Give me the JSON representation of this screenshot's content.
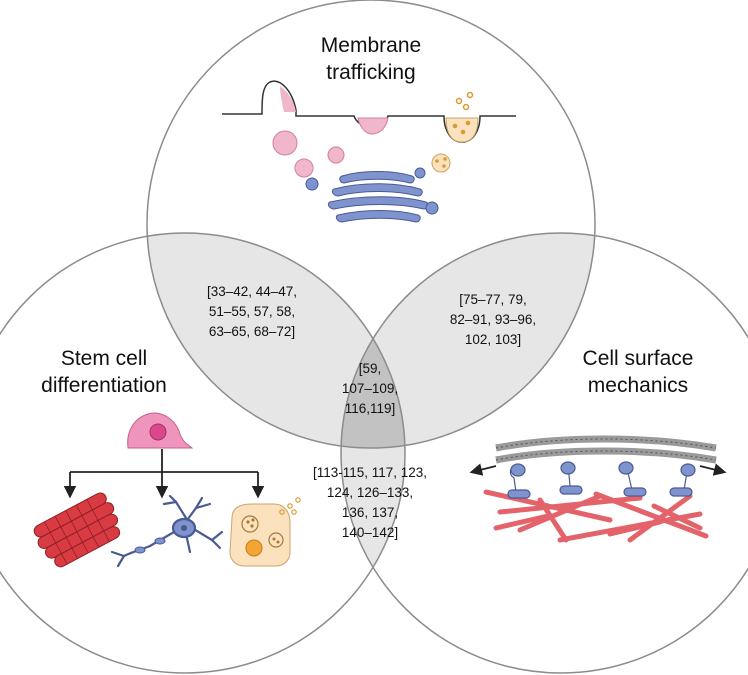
{
  "circles": {
    "membrane": {
      "title_lines": [
        "Membrane",
        "trafficking"
      ]
    },
    "stem": {
      "title_lines": [
        "Stem cell",
        "differentiation"
      ]
    },
    "surface": {
      "title_lines": [
        "Cell surface",
        "mechanics"
      ]
    }
  },
  "overlaps": {
    "membrane_stem": [
      "[33–42, 44–47,",
      "51–55, 57, 58,",
      "63–65, 68–72]"
    ],
    "membrane_surface": [
      "[75–77, 79,",
      "82–91, 93–96,",
      "102, 103]"
    ],
    "center": [
      "[59,",
      "107–109,",
      "116,119]"
    ],
    "stem_surface": [
      "[113-115, 117, 123,",
      "124, 126–133,",
      "136, 137,",
      "140–142]"
    ]
  },
  "colors": {
    "outline": "#8c8c8c",
    "overlap_light": "#e6e6e6",
    "overlap_center": "#c2c2c2",
    "vesicle_pink": "#f0b6cb",
    "vesicle_pink_stroke": "#d27fa0",
    "golgi_blue": "#7f93cf",
    "golgi_blue_stroke": "#4a5a93",
    "cargo_orange": "#fbe2bd",
    "cargo_dot": "#d99a33",
    "muscle_red": "#d93b42",
    "actin_red": "#e4636b",
    "stem_cell_pink": "#ef94bd",
    "stem_cell_nucleus": "#d9488a"
  },
  "icons": {
    "membrane": "membrane-vesicle-icon",
    "golgi": "golgi-apparatus-icon",
    "stem_cell": "stem-cell-icon",
    "muscle": "muscle-fiber-icon",
    "neuron": "neuron-icon",
    "secretory": "secretory-cell-icon",
    "lipid_bilayer": "lipid-bilayer-icon",
    "actin": "actin-network-icon"
  }
}
